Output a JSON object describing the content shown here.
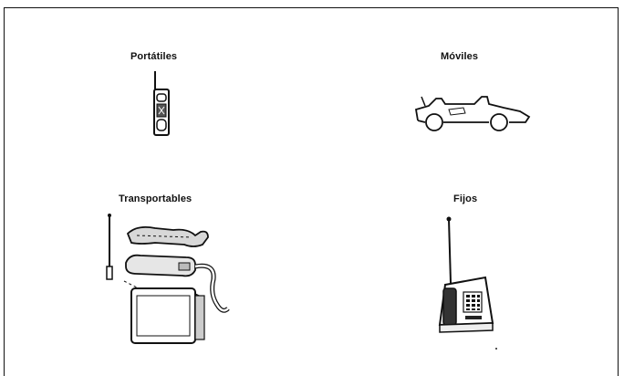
{
  "panel": {
    "categories": {
      "portable": "Portátiles",
      "mobile": "Móviles",
      "transportable": "Transportables",
      "fixed": "Fijos"
    }
  }
}
